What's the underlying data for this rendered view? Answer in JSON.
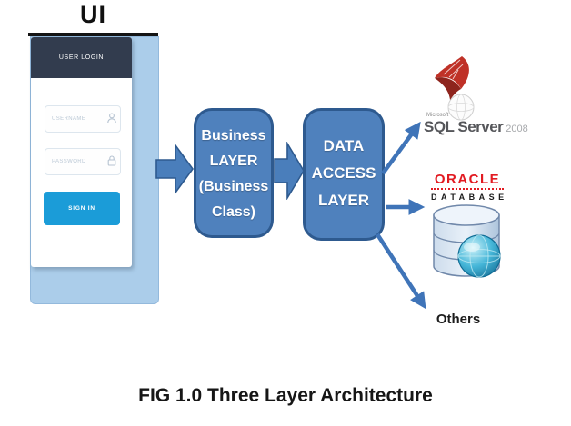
{
  "diagram": {
    "caption": "FIG 1.0 Three Layer Architecture"
  },
  "ui_section": {
    "title": "UI",
    "login": {
      "header": "USER LOGIN",
      "username_placeholder": "USERNAME",
      "password_placeholder": "PASSWORD",
      "sign_in_label": "SIGN IN"
    }
  },
  "layers": {
    "business": {
      "lines": [
        "Business",
        "LAYER",
        "(Business",
        "Class)"
      ]
    },
    "data_access": {
      "lines": [
        "DATA",
        "ACCESS",
        "LAYER"
      ]
    }
  },
  "databases": {
    "sql_server": {
      "brand": "Microsoft",
      "name": "SQL Server",
      "version": "2008"
    },
    "oracle": {
      "name": "ORACLE",
      "product": "DATABASE"
    },
    "others_label": "Others"
  },
  "colors": {
    "layer_box_fill": "#4F81BD",
    "layer_box_border": "#2E5A8F",
    "block_arrow_fill": "#4A7EBB",
    "thin_arrow": "#3F74B8",
    "phone_frame": "#ABCDEA",
    "login_header_bg": "#323C4E",
    "sign_in_button_bg": "#1B9CD8",
    "oracle_red": "#E21B22",
    "sql_swirl_red": "#BF3127"
  }
}
